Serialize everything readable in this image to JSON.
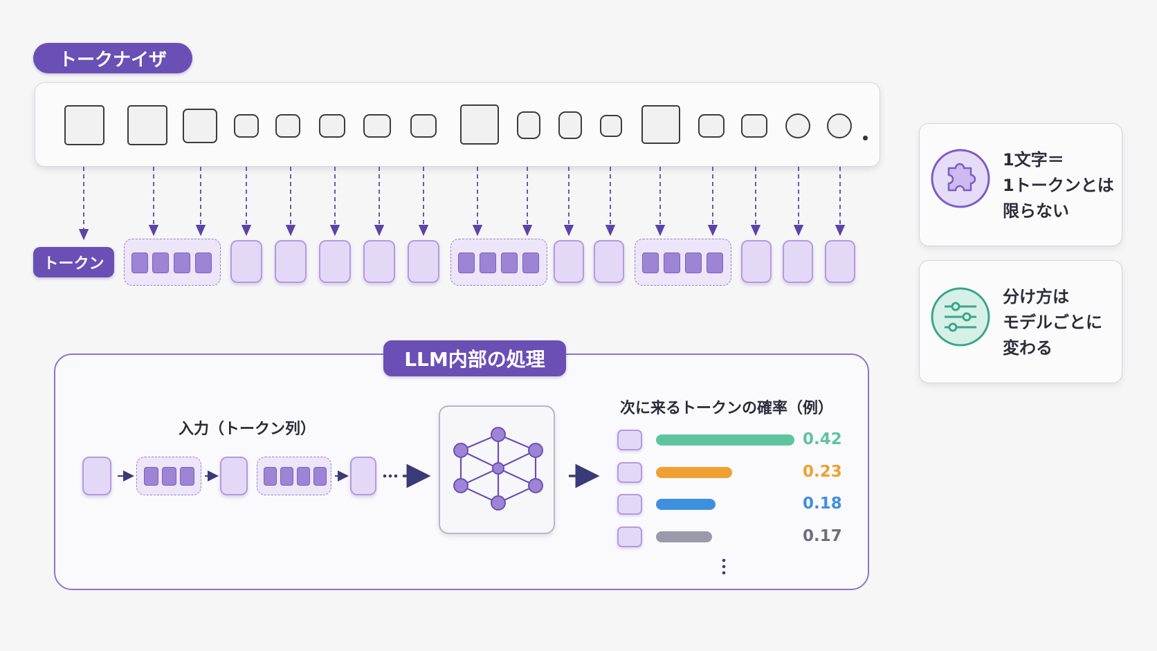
{
  "tokenizer": {
    "label": "トークナイザ"
  },
  "tokens": {
    "label": "トークン"
  },
  "info_cards": [
    {
      "icon": "puzzle-icon",
      "lines": [
        "1文字＝",
        "1トークンとは",
        "限らない"
      ],
      "accent": "#7b5cc4"
    },
    {
      "icon": "sliders-icon",
      "lines": [
        "分け方は",
        "モデルごとに",
        "変わる"
      ],
      "accent": "#3aa58a"
    }
  ],
  "llm": {
    "title": "LLM内部の処理",
    "input_label": "入力（トークン列）",
    "output_label": "次に来るトークンの確率（例）",
    "probabilities": [
      {
        "value": "0.42",
        "fraction": 0.42,
        "color": "#5ec4a0"
      },
      {
        "value": "0.23",
        "fraction": 0.23,
        "color": "#f0a030"
      },
      {
        "value": "0.18",
        "fraction": 0.18,
        "color": "#3e8fe0"
      },
      {
        "value": "0.17",
        "fraction": 0.17,
        "color": "#9a9aaa"
      }
    ]
  }
}
